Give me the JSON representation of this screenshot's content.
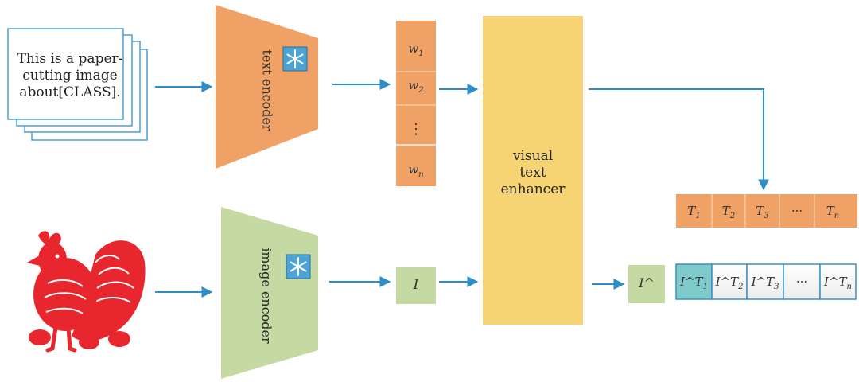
{
  "prompt": {
    "text": "This is a paper-cutting image about[CLASS]."
  },
  "encoders": {
    "text_encoder": "text encoder",
    "image_encoder": "image encoder",
    "frozen_icon": "snowflake-icon"
  },
  "word_tokens": {
    "w1": "w",
    "w1_sub": "1",
    "w2": "w",
    "w2_sub": "2",
    "dots": "⋮",
    "wn": "w",
    "wn_sub": "n"
  },
  "image_feature": {
    "label": "I"
  },
  "enhancer": {
    "line1": "visual",
    "line2": "text",
    "line3": "enhancer"
  },
  "enhanced_image": {
    "label": "I^"
  },
  "text_features": {
    "cells": [
      {
        "main": "T",
        "sub": "1"
      },
      {
        "main": "T",
        "sub": "2"
      },
      {
        "main": "T",
        "sub": "3"
      },
      {
        "main": "···",
        "sub": ""
      },
      {
        "main": "T",
        "sub": "n"
      }
    ]
  },
  "similarity": {
    "cells": [
      {
        "main": "I^T",
        "sub": "1"
      },
      {
        "main": "I^T",
        "sub": "2"
      },
      {
        "main": "I^T",
        "sub": "3"
      },
      {
        "main": "···",
        "sub": ""
      },
      {
        "main": "I^T",
        "sub": "n"
      }
    ]
  },
  "colors": {
    "orange": "#F0A266",
    "green": "#C5D9A2",
    "yellow": "#F6D473",
    "blue": "#2E8EC8",
    "teal": "#7FCACB"
  }
}
